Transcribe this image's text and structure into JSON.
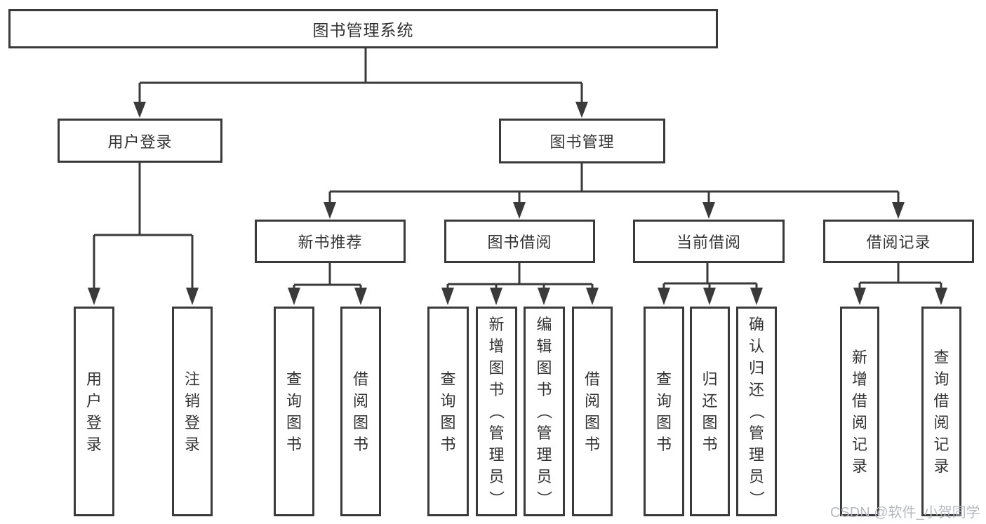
{
  "diagram_type": "hierarchy-tree",
  "colors": {
    "line": "#3a3a3a",
    "box_border": "#3a3a3a",
    "box_background": "#ffffff",
    "text": "#333333",
    "watermark": "#b5bac1",
    "page_background": "#ffffff"
  },
  "tree": {
    "label": "图书管理系统",
    "children": [
      {
        "label": "用户登录",
        "children": [
          {
            "label": "用户登录"
          },
          {
            "label": "注销登录"
          }
        ]
      },
      {
        "label": "图书管理",
        "children": [
          {
            "label": "新书推荐",
            "children": [
              {
                "label": "查询图书"
              },
              {
                "label": "借阅图书"
              }
            ]
          },
          {
            "label": "图书借阅",
            "children": [
              {
                "label": "查询图书"
              },
              {
                "label": "新增图书（管理员）"
              },
              {
                "label": "编辑图书（管理员）"
              },
              {
                "label": "借阅图书"
              }
            ]
          },
          {
            "label": "当前借阅",
            "children": [
              {
                "label": "查询图书"
              },
              {
                "label": "归还图书"
              },
              {
                "label": "确认归还（管理员）"
              }
            ]
          },
          {
            "label": "借阅记录",
            "children": [
              {
                "label": "新增借阅记录"
              },
              {
                "label": "查询借阅记录"
              }
            ]
          }
        ]
      }
    ]
  },
  "watermark": {
    "text": "CSDN @软件_小贺同学"
  }
}
